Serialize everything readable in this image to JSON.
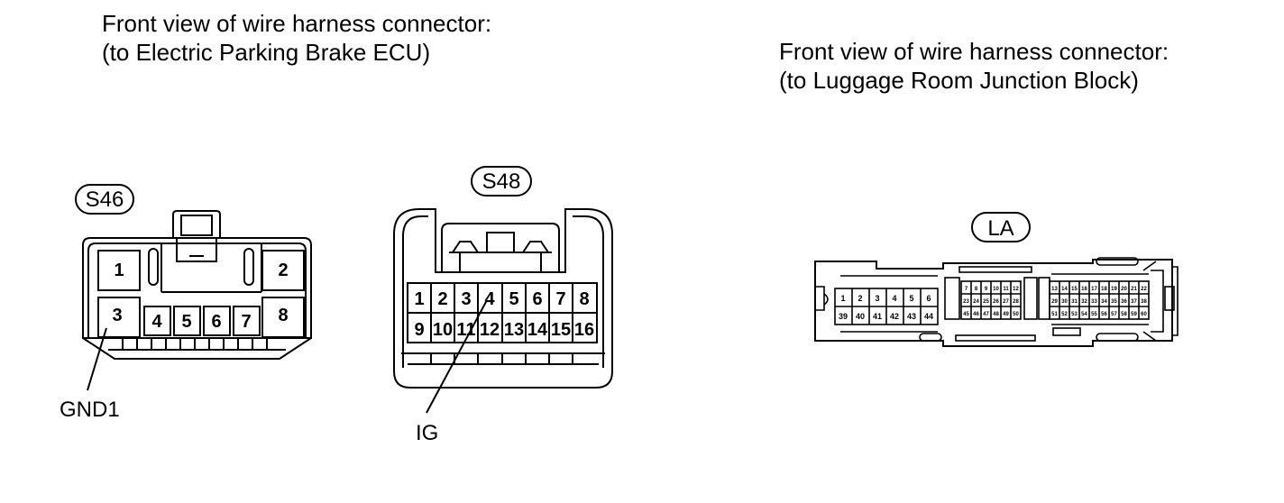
{
  "captions": {
    "ecu": {
      "line1": "Front view of wire harness connector:",
      "line2": "(to Electric Parking Brake ECU)"
    },
    "jb": {
      "line1": "Front view of wire harness connector:",
      "line2": "(to Luggage Room Junction Block)"
    }
  },
  "connectors": {
    "s46": {
      "tag": "S46",
      "pins": [
        "1",
        "2",
        "3",
        "4",
        "5",
        "6",
        "7",
        "8"
      ],
      "callout": "GND1"
    },
    "s48": {
      "tag": "S48",
      "pins_top": [
        "1",
        "2",
        "3",
        "4",
        "5",
        "6",
        "7",
        "8"
      ],
      "pins_bottom": [
        "9",
        "10",
        "11",
        "12",
        "13",
        "14",
        "15",
        "16"
      ],
      "callout": "IG"
    },
    "la": {
      "tag": "LA",
      "left_top": [
        "1",
        "2",
        "3",
        "4",
        "5",
        "6"
      ],
      "left_bottom": [
        "39",
        "40",
        "41",
        "42",
        "43",
        "44"
      ],
      "mid_top": [
        "7",
        "8",
        "9",
        "10",
        "11",
        "12"
      ],
      "mid_row2": [
        "23",
        "24",
        "25",
        "26",
        "27",
        "28"
      ],
      "mid_row3": [
        "45",
        "46",
        "47",
        "48",
        "49",
        "50"
      ],
      "right_top": [
        "13",
        "14",
        "15",
        "16",
        "17",
        "18",
        "19",
        "20",
        "21",
        "22"
      ],
      "right_row2": [
        "29",
        "30",
        "31",
        "32",
        "33",
        "34",
        "35",
        "36",
        "37",
        "38"
      ],
      "right_row3": [
        "51",
        "52",
        "53",
        "54",
        "55",
        "56",
        "57",
        "58",
        "59",
        "60"
      ]
    }
  }
}
